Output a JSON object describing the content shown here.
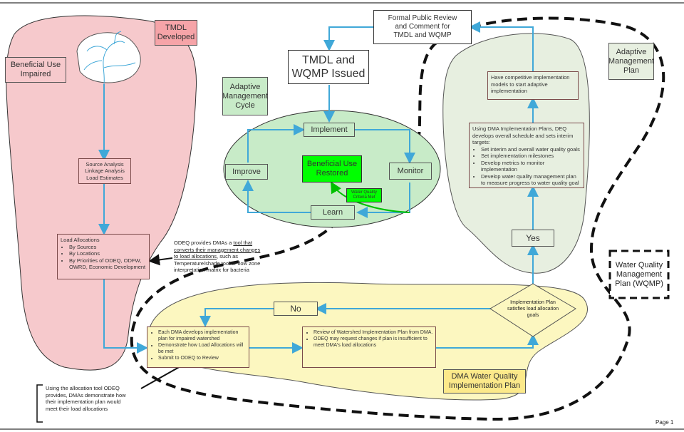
{
  "colors": {
    "pink": "#f6c9cc",
    "green_blob": "#e7efe0",
    "yellow": "#fcf7c0",
    "ellipse": "#c8ebc8",
    "arrow": "#40a8d8",
    "bright_green": "#00ff00"
  },
  "labels": {
    "tmdl_developed": "TMDL\nDeveloped",
    "beneficial_use_impaired": "Beneficial Use\nImpaired",
    "formal_review": "Formal Public Review\nand Comment for\nTMDL and WQMP",
    "tmdl_wqmp_issued": "TMDL and\nWQMP Issued",
    "adaptive_cycle": "Adaptive\nManagement\nCycle",
    "adaptive_plan": "Adaptive\nManagement\nPlan",
    "implement": "Implement",
    "improve": "Improve",
    "monitor": "Monitor",
    "learn": "Learn",
    "restored": "Beneficial Use\nRestored",
    "wq_criteria_met": "Water Quality\nCriteria Met",
    "source_analysis": "Source Analysis\nLinkage Analysis\nLoad Estimates",
    "wqmp": "Water Quality\nManagement\nPlan (WQMP)",
    "no": "No",
    "yes": "Yes",
    "dma_wq_plan": "DMA Water Quality\nImplementation Plan",
    "page": "Page 1",
    "competitive": "Have competitive implementation models to start adaptive implementation",
    "satisfies": "Implementation Plan satisfies load allocation goals"
  },
  "load_alloc": {
    "title": "Load Allocations",
    "items": [
      "By Sources",
      "By Locations",
      "By Priorities of ODEQ, ODFW, OWRD, Economic Development"
    ]
  },
  "odeq_tool": {
    "prefix": "ODEQ provides DMAs a ",
    "underlined": "tool that converts their management changes to load allocations",
    "suffix": ", such as Temperature/shade tool or flow zone interpretation matrix for bacteria"
  },
  "dma_plan_box": {
    "items": [
      "Each DMA develops implementation plan for impaired watershed",
      "Demonstrate how Load Allocations will be met",
      "Submit to ODEQ to Review"
    ]
  },
  "review_box": {
    "items": [
      "Review of Watershed Implementation Plan from DMA.",
      "ODEQ may request changes if plan is insufficient to meet DMA's load allocations"
    ]
  },
  "allocation_tool_note": "Using the allocation tool ODEQ provides, DMAs demonstrate how their implementation plan would meet their load allocations",
  "schedule_box": {
    "intro": "Using DMA Implementation Plans, DEQ develops overall schedule and sets interim targets:",
    "items": [
      "Set interim and overall water quality goals",
      "Set implementation milestones",
      "Develop metrics to monitor implementation",
      "Develop water quality management plan to measure progress to water quality goal"
    ]
  }
}
